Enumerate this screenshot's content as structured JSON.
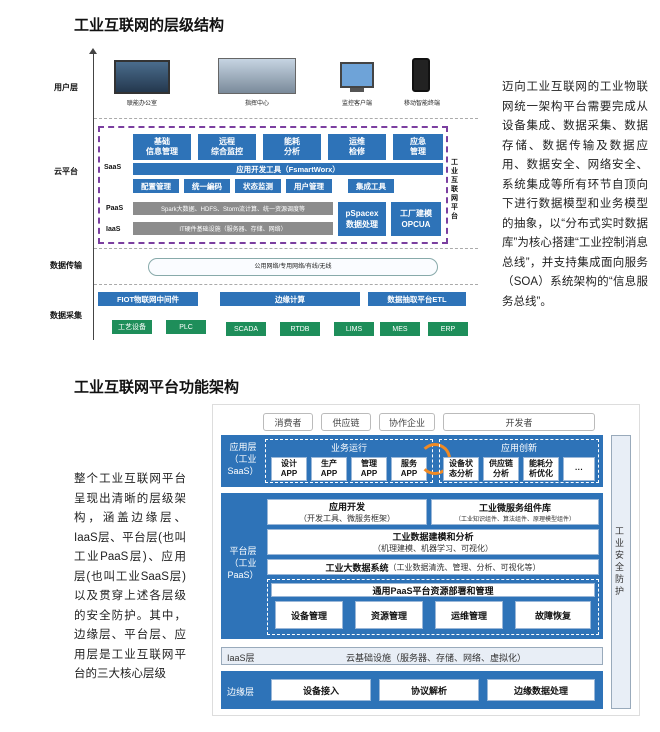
{
  "section1": {
    "title": "工业互联网的层级结构",
    "layers": {
      "user": "用户层",
      "cloud": "云平台",
      "transport": "数据传输",
      "collect": "数据采集"
    },
    "user_items": [
      "联能办公室",
      "指挥中心",
      "监控客户端",
      "移动智能终端"
    ],
    "saas_apps": [
      "基础\n信息管理",
      "远程\n综合监控",
      "能耗\n分析",
      "运维\n检修",
      "应急\n管理"
    ],
    "saas_label": "SaaS",
    "dev_tool": "应用开发工具（FsmartWorx）",
    "tools": [
      "配置管理",
      "统一編码",
      "状态监测",
      "用户管理",
      "集成工具"
    ],
    "paas_label": "PaaS",
    "paas_bar": "Spark大数据、HDFS、Storm流计算、统一资源调度等",
    "iaas_label": "IaaS",
    "iaas_bar": "IT硬件基础设施（服务器、存储、网络）",
    "pspacex": "pSpacex\n数据处理",
    "opcua": "工厂建模\nOPCUA",
    "platform_vertical": "工业互联网平台",
    "cloud_net": "公用网络/专用网络/有线/无线",
    "mid": [
      "FIOT物联网中间件",
      "边缘计算",
      "数据抽取平台ETL"
    ],
    "devices": [
      "工艺设备",
      "PLC",
      "SCADA",
      "RTDB",
      "LIMS",
      "MES",
      "ERP"
    ]
  },
  "para1": "迈向工业互联网的工业物联网统一架构平台需要完成从设备集成、数据采集、数据存储、数据传输及数据应用、数据安全、网络安全、系统集成等所有环节自顶向下进行数据模型和业务模型的抽象，以“分布式实时数据库”为核心搭建“工业控制消息总线”，并支持集成面向服务（SOA）系统架构的“信息服务总线”。",
  "section2": {
    "title": "工业互联网平台功能架构",
    "top": [
      "消费者",
      "供应链",
      "协作企业",
      "开发者"
    ],
    "app_layer": "应用层\n（工业\nSaaS）",
    "biz_run": "业务运行",
    "biz_apps": [
      "设计\nAPP",
      "生产\nAPP",
      "管理\nAPP",
      "服务\nAPP"
    ],
    "innov": "应用创新",
    "innov_apps": [
      "设备状\n态分析",
      "供应链\n分析",
      "能耗分\n析优化",
      "···"
    ],
    "platform_layer": "平台层\n（工业\nPaaS）",
    "dev_title": "应用开发",
    "dev_sub": "（开发工具、微服务框架）",
    "micro_title": "工业微服务组件库",
    "micro_sub": "（工业知识组件、算法组件、原理模型组件）",
    "model_title": "工业数据建模和分析",
    "model_sub": "（机理建模、机器学习、可视化）",
    "bigdata": "工业大数据系统",
    "bigdata_sub": "（工业数据清洗、管理、分析、可视化等）",
    "paas_res": "通用PaaS平台资源部署和管理",
    "res_items": [
      "设备管理",
      "资源管理",
      "运维管理",
      "故障恢复"
    ],
    "iaas": "IaaS层",
    "iaas_text": "云基础设施（服务器、存储、网络、虚拟化）",
    "edge": "边缘层",
    "edge_items": [
      "设备接入",
      "协议解析",
      "边缘数据处理"
    ],
    "security": "工业安全防护"
  },
  "para2": "整个工业互联网平台呈现出清晰的层级架构，涵盖边缘层、IaaS层、平台层(也叫工业PaaS层)、应用层(也叫工业SaaS层)以及贯穿上述各层级的安全防护。其中，边缘层、平台层、应用层是工业互联网平台的三大核心层级"
}
